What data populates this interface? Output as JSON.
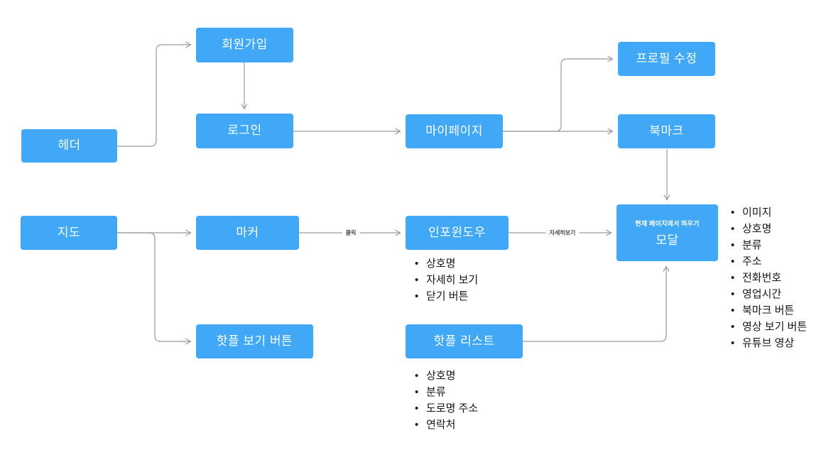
{
  "diagram": {
    "nodes": {
      "header": {
        "label": "헤더"
      },
      "signup": {
        "label": "회원가입"
      },
      "login": {
        "label": "로그인"
      },
      "mypage": {
        "label": "마이페이지"
      },
      "profile_edit": {
        "label": "프로필 수정"
      },
      "bookmark": {
        "label": "북마크"
      },
      "map": {
        "label": "지도"
      },
      "marker": {
        "label": "마커"
      },
      "infowindow": {
        "label": "인포윈도우"
      },
      "modal": {
        "sublabel": "현재 페이지에서 띄우기",
        "label": "모달"
      },
      "hotple_button": {
        "label": "핫플 보기 버튼"
      },
      "hotple_list": {
        "label": "핫플 리스트"
      }
    },
    "edge_labels": {
      "marker_to_infowindow": "클릭",
      "infowindow_to_modal": "자세히보기"
    },
    "lists": {
      "infowindow_items": [
        "상호명",
        "자세히 보기",
        "닫기 버튼"
      ],
      "hotple_list_items": [
        "상호명",
        "분류",
        "도로명 주소",
        "연락처"
      ],
      "modal_items": [
        "이미지",
        "상호명",
        "분류",
        "주소",
        "전화번호",
        "영업시간",
        "북마크 버튼",
        "영상 보기 버튼",
        "유튜브 영상"
      ]
    },
    "colors": {
      "node_fill": "#41a8f7",
      "node_text": "#ffffff",
      "connector": "#9a9a9a",
      "list_text": "#161616"
    }
  }
}
